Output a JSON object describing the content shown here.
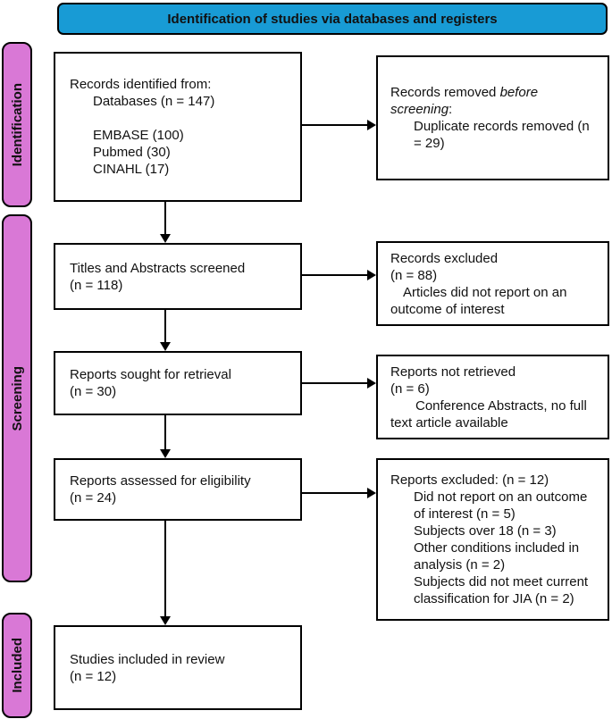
{
  "banner": {
    "label": "Identification of studies via databases and registers"
  },
  "colors": {
    "banner_bg": "#189bd5",
    "stage_bg": "#d978d6",
    "border": "#000000"
  },
  "stages": {
    "identification": "Identification",
    "screening": "Screening",
    "included": "Included"
  },
  "flow": {
    "records_identified": {
      "title": "Records identified from:",
      "lines": [
        "Databases (n = 147)",
        "",
        "EMBASE (100)",
        "Pubmed (30)",
        "CINAHL (17)"
      ]
    },
    "titles_screened": {
      "lines": [
        "Titles and Abstracts screened",
        "(n = 118)"
      ]
    },
    "reports_sought": {
      "lines": [
        "Reports sought for retrieval",
        "(n = 30)"
      ]
    },
    "reports_assessed": {
      "lines": [
        "Reports assessed for eligibility",
        "(n = 24)"
      ]
    },
    "studies_included": {
      "lines": [
        "Studies included in review",
        "(n = 12)"
      ]
    }
  },
  "exclusions": {
    "records_removed": {
      "heading_prefix": "Records removed ",
      "heading_italic": "before screening",
      "heading_suffix": ":",
      "detail": "Duplicate records removed (n = 29)"
    },
    "records_excluded": {
      "lines": [
        "Records excluded",
        "(n = 88)"
      ],
      "detail": "Articles did not report on an outcome of interest"
    },
    "reports_not_retrieved": {
      "lines": [
        "Reports not retrieved",
        "(n = 6)"
      ],
      "detail": "Conference Abstracts, no full text article available"
    },
    "reports_excluded": {
      "heading": "Reports excluded: (n = 12)",
      "reasons": [
        "Did not report on an outcome of interest (n = 5)",
        "Subjects over 18 (n = 3)",
        "Other conditions included in analysis (n = 2)",
        "Subjects did not meet current classification for JIA (n = 2)"
      ]
    }
  }
}
